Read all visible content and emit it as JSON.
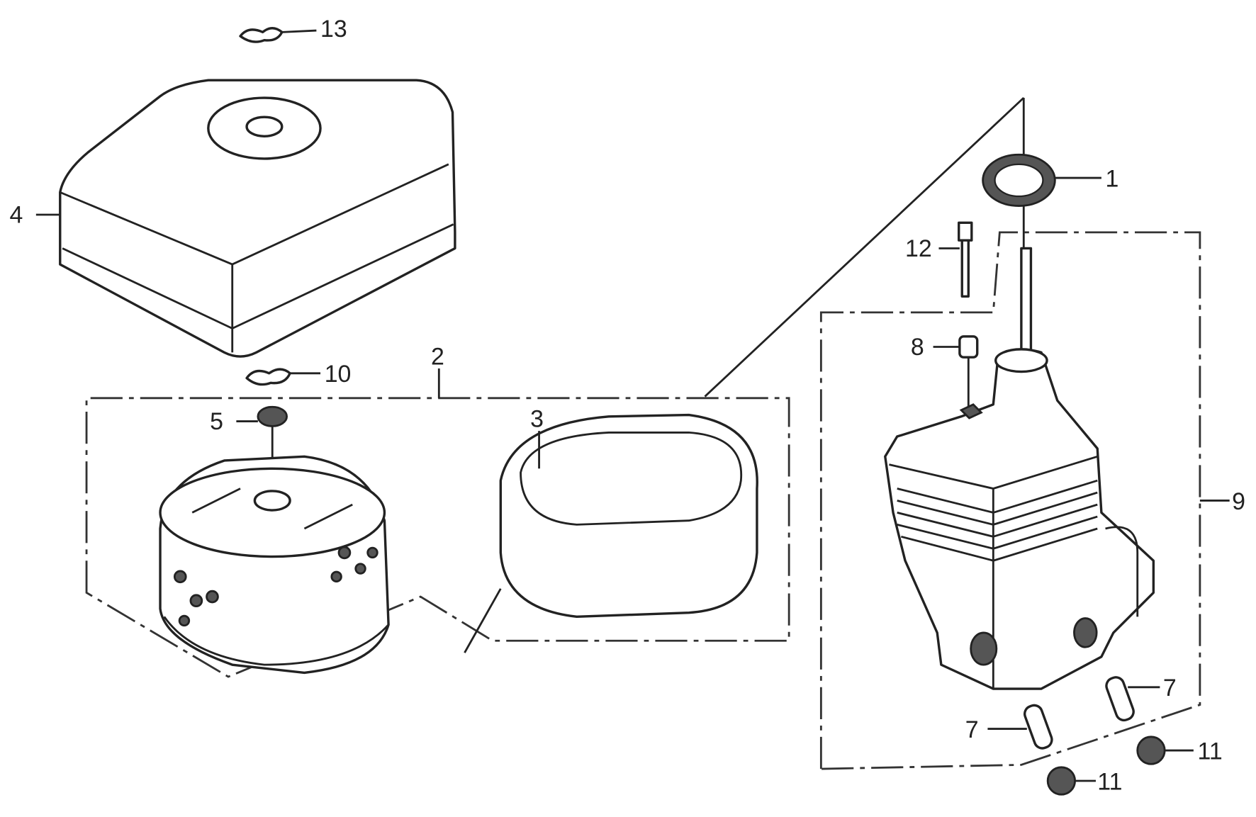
{
  "diagram": {
    "type": "exploded-parts-diagram",
    "callouts": [
      "1",
      "2",
      "3",
      "4",
      "5",
      "7",
      "7",
      "8",
      "9",
      "10",
      "11",
      "11",
      "12",
      "13"
    ]
  }
}
